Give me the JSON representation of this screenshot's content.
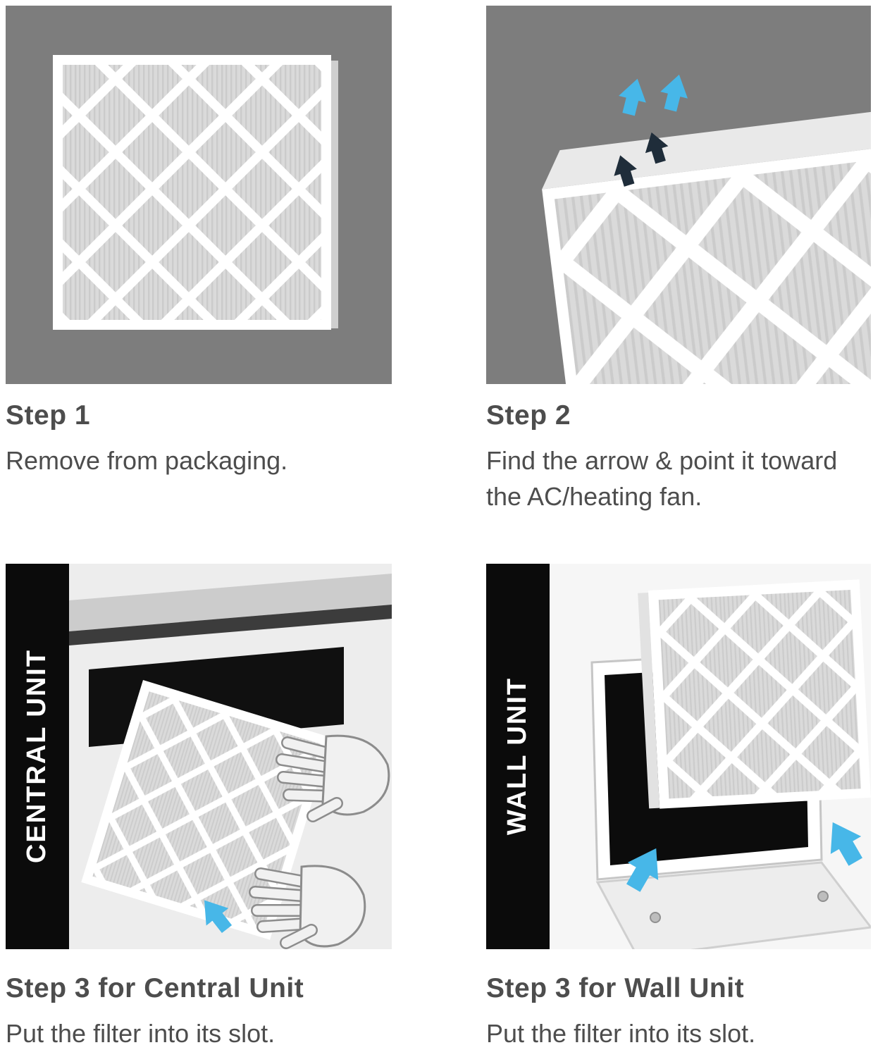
{
  "document": {
    "type": "product-instruction-sheet",
    "background": "#ffffff"
  },
  "colors": {
    "panel_gray": "#7d7d7d",
    "banner_black": "#0b0b0b",
    "text_gray": "#4d4d4d",
    "accent_blue": "#47b7e8",
    "arrow_navy": "#1f2d3a",
    "filter_media": "#dadada",
    "filter_frame": "#ffffff"
  },
  "steps": {
    "step1": {
      "title": "Step 1",
      "description": "Remove from packaging."
    },
    "step2": {
      "title": "Step 2",
      "description": "Find the arrow & point it toward the AC/heating fan."
    },
    "step3_central": {
      "banner": "CENTRAL UNIT",
      "title": "Step 3 for Central Unit",
      "description": "Put the filter into its slot."
    },
    "step3_wall": {
      "banner": "WALL UNIT",
      "title": "Step 3 for Wall Unit",
      "description": "Put the filter into its slot."
    }
  }
}
